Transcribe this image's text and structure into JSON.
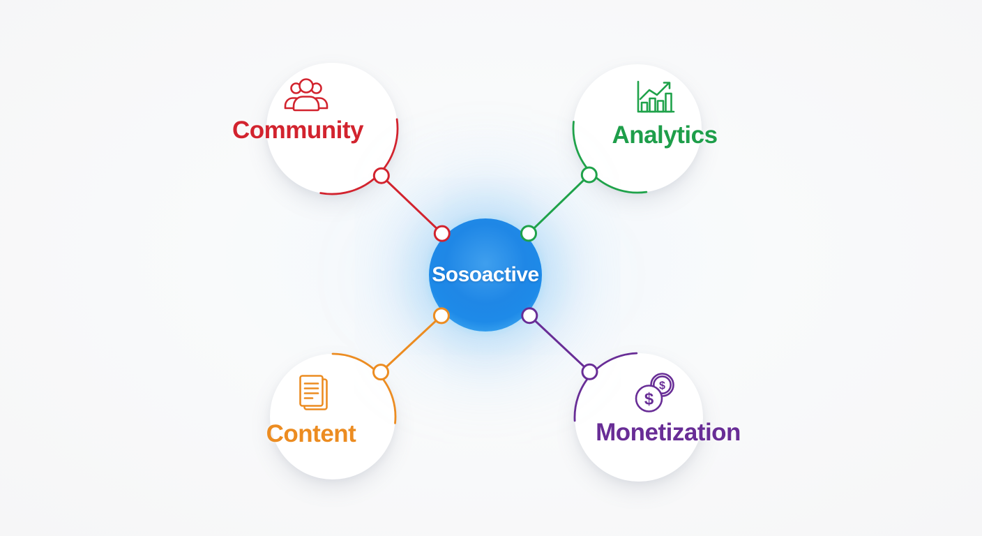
{
  "diagram": {
    "center": {
      "label": "Sosoactive",
      "fill_color": "#1d87e6",
      "text_color": "#ffffff"
    },
    "nodes": [
      {
        "id": "community",
        "label": "Community",
        "color": "#d2232e",
        "icon": "people-group-icon"
      },
      {
        "id": "analytics",
        "label": "Analytics",
        "color": "#1e9e4a",
        "icon": "bar-chart-growth-icon"
      },
      {
        "id": "content",
        "label": "Content",
        "color": "#ec8c21",
        "icon": "documents-icon"
      },
      {
        "id": "monetization",
        "label": "Monetization",
        "color": "#682d96",
        "icon": "dollar-coins-icon"
      }
    ]
  }
}
